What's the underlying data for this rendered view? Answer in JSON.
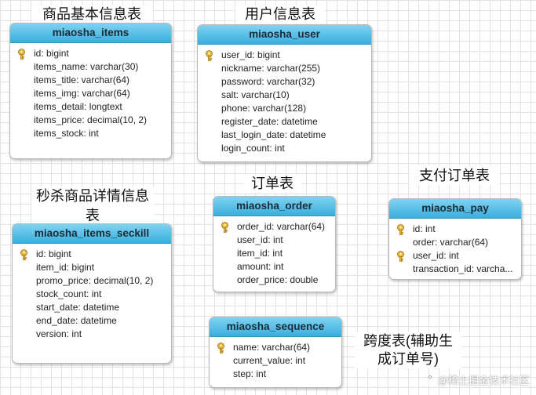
{
  "captions": {
    "items": "商品基本信息表",
    "user": "用户信息表",
    "seckill": "秒杀商品详情信息表",
    "order": "订单表",
    "pay": "支付订单表",
    "sequence": "跨度表(辅助生成订单号)"
  },
  "tables": {
    "items": {
      "name": "miaosha_items",
      "fields": [
        {
          "text": "id: bigint",
          "key": true
        },
        {
          "text": "items_name: varchar(30)",
          "key": false
        },
        {
          "text": "items_title: varchar(64)",
          "key": false
        },
        {
          "text": "items_img: varchar(64)",
          "key": false
        },
        {
          "text": "items_detail: longtext",
          "key": false
        },
        {
          "text": "items_price: decimal(10, 2)",
          "key": false
        },
        {
          "text": "items_stock: int",
          "key": false
        }
      ]
    },
    "user": {
      "name": "miaosha_user",
      "fields": [
        {
          "text": "user_id: bigint",
          "key": true
        },
        {
          "text": "nickname: varchar(255)",
          "key": false
        },
        {
          "text": "password: varchar(32)",
          "key": false
        },
        {
          "text": "salt: varchar(10)",
          "key": false
        },
        {
          "text": "phone: varchar(128)",
          "key": false
        },
        {
          "text": "register_date: datetime",
          "key": false
        },
        {
          "text": "last_login_date: datetime",
          "key": false
        },
        {
          "text": "login_count: int",
          "key": false
        }
      ]
    },
    "seckill": {
      "name": "miaosha_items_seckill",
      "fields": [
        {
          "text": "id: bigint",
          "key": true
        },
        {
          "text": "item_id: bigint",
          "key": false
        },
        {
          "text": "promo_price: decimal(10, 2)",
          "key": false
        },
        {
          "text": "stock_count: int",
          "key": false
        },
        {
          "text": "start_date: datetime",
          "key": false
        },
        {
          "text": "end_date: datetime",
          "key": false
        },
        {
          "text": "version: int",
          "key": false
        }
      ]
    },
    "order": {
      "name": "miaosha_order",
      "fields": [
        {
          "text": "order_id: varchar(64)",
          "key": true
        },
        {
          "text": "user_id: int",
          "key": false
        },
        {
          "text": "item_id: int",
          "key": false
        },
        {
          "text": "amount: int",
          "key": false
        },
        {
          "text": "order_price: double",
          "key": false
        }
      ]
    },
    "pay": {
      "name": "miaosha_pay",
      "fields": [
        {
          "text": "id: int",
          "key": true
        },
        {
          "text": "order: varchar(64)",
          "key": false
        },
        {
          "text": "user_id: int",
          "key": true
        },
        {
          "text": "transaction_id: varcha...",
          "key": false
        }
      ]
    },
    "sequence": {
      "name": "miaosha_sequence",
      "fields": [
        {
          "text": "name: varchar(64)",
          "key": true
        },
        {
          "text": "current_value: int",
          "key": false
        },
        {
          "text": "step: int",
          "key": false
        }
      ]
    }
  },
  "watermark": "@稀土掘金技术社区",
  "colors": {
    "header_top": "#7fd3f2",
    "header_bottom": "#3aaedd",
    "key_icon": "#e8b73a",
    "grid": "#e3e3e3"
  }
}
